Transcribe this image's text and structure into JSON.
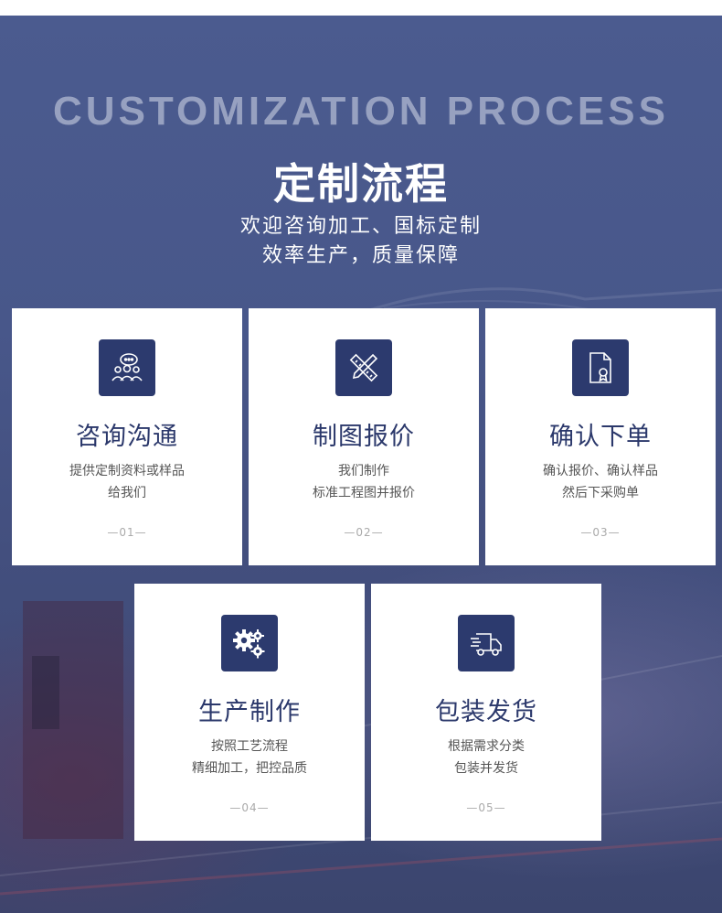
{
  "header": {
    "en_title": "CUSTOMIZATION PROCESS",
    "cn_title": "定制流程",
    "subtitle_line1": "欢迎咨询加工、国标定制",
    "subtitle_line2": "效率生产，质量保障"
  },
  "colors": {
    "background": "#48578a",
    "card": "#ffffff",
    "icon_box": "#2c3a6e",
    "card_title": "#2b386b",
    "card_text": "#555555",
    "step_number": "#aaaaaa"
  },
  "steps": [
    {
      "icon": "consult-chat-icon",
      "title": "咨询沟通",
      "desc_line1": "提供定制资料或样品",
      "desc_line2": "给我们",
      "number": "—01—"
    },
    {
      "icon": "design-tools-icon",
      "title": "制图报价",
      "desc_line1": "我们制作",
      "desc_line2": "标准工程图并报价",
      "number": "—02—"
    },
    {
      "icon": "certificate-document-icon",
      "title": "确认下单",
      "desc_line1": "确认报价、确认样品",
      "desc_line2": "然后下采购单",
      "number": "—03—"
    },
    {
      "icon": "gears-icon",
      "title": "生产制作",
      "desc_line1": "按照工艺流程",
      "desc_line2": "精细加工，把控品质",
      "number": "—04—"
    },
    {
      "icon": "delivery-truck-icon",
      "title": "包装发货",
      "desc_line1": "根据需求分类",
      "desc_line2": "包装并发货",
      "number": "—05—"
    }
  ]
}
